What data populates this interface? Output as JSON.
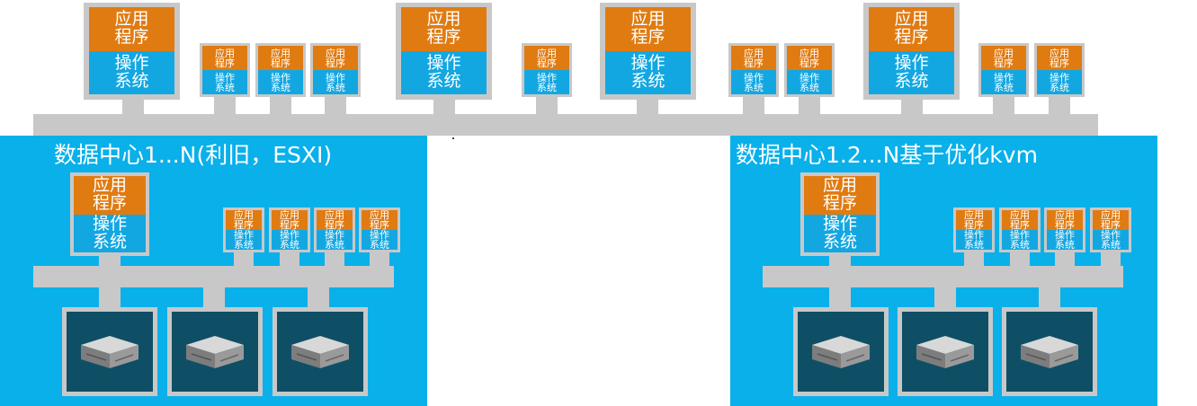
{
  "vm_labels": {
    "app": [
      "应用",
      "程序"
    ],
    "os": [
      "操作",
      "系统"
    ]
  },
  "data_centers": [
    {
      "title": "数据中心1...N(利旧，ESXI)"
    },
    {
      "title": "数据中心1.2...N基于优化kvm"
    }
  ],
  "colors": {
    "app": "#e07b12",
    "os": "#13a7e2",
    "datacenter": "#0ab0ea",
    "bus": "#c8c8c8",
    "server_screen": "#0f4f66"
  },
  "icons": [
    "server-icon"
  ]
}
